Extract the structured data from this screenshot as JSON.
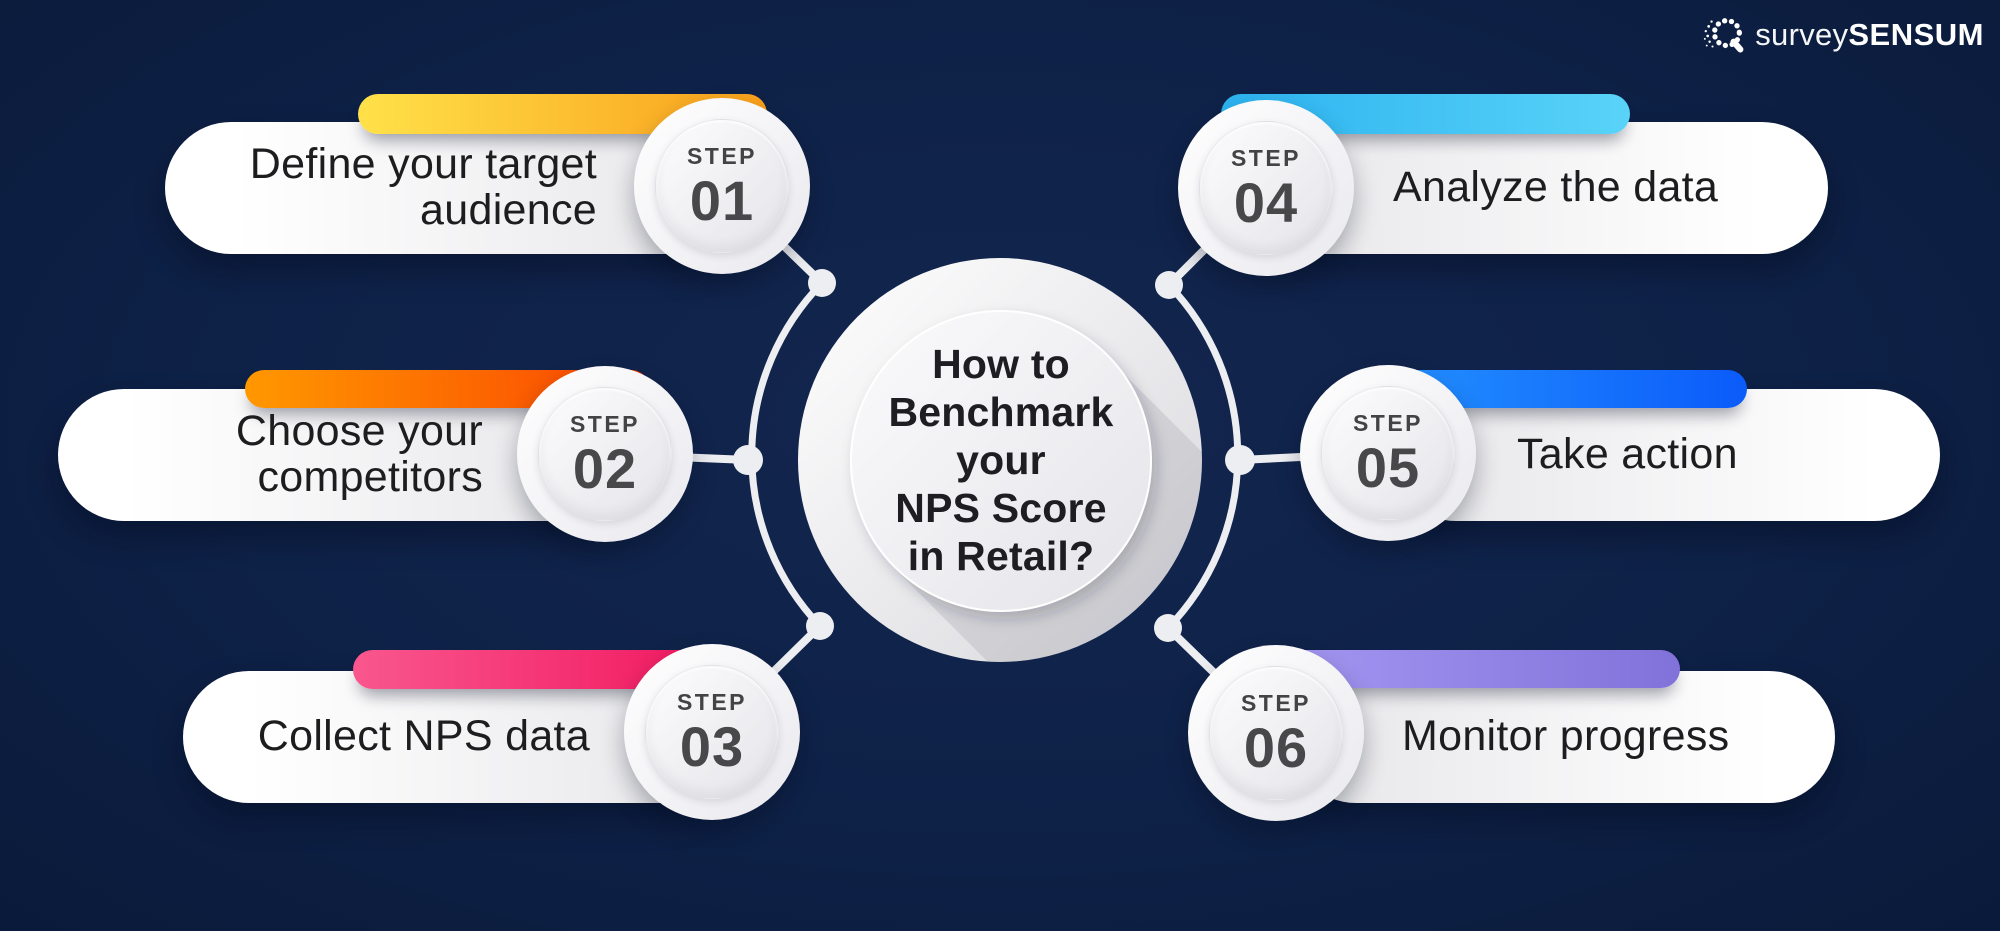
{
  "background": {
    "color": "#0e2147"
  },
  "logo": {
    "icon": "q-dots-icon",
    "survey": "survey",
    "sensum": "SENSUM"
  },
  "center": {
    "title_lines": [
      "How to",
      "Benchmark",
      "your",
      "NPS Score",
      "in Retail?"
    ]
  },
  "steps": [
    {
      "label": "STEP",
      "number": "01",
      "text_lines": [
        "Define your target",
        "audience"
      ],
      "bar_from": "#FFE14A",
      "bar_to": "#F9A01B"
    },
    {
      "label": "STEP",
      "number": "02",
      "text_lines": [
        "Choose your",
        "competitors"
      ],
      "bar_from": "#FF9800",
      "bar_to": "#FA4301"
    },
    {
      "label": "STEP",
      "number": "03",
      "text_lines": [
        "Collect NPS data"
      ],
      "bar_from": "#F9578E",
      "bar_to": "#F0105A"
    },
    {
      "label": "STEP",
      "number": "04",
      "text_lines": [
        "Analyze the data"
      ],
      "bar_from": "#2CB3F0",
      "bar_to": "#59D3F8"
    },
    {
      "label": "STEP",
      "number": "05",
      "text_lines": [
        "Take action"
      ],
      "bar_from": "#2697FF",
      "bar_to": "#0B5BFA"
    },
    {
      "label": "STEP",
      "number": "06",
      "text_lines": [
        "Monitor progress"
      ],
      "bar_from": "#A89BF4",
      "bar_to": "#8172DA"
    }
  ],
  "colors": {
    "background": "#0e2147",
    "connector": "#edeef2",
    "card_text": "#1d1d1f",
    "title_text": "#1e1e22",
    "step_text": "#48484b"
  }
}
